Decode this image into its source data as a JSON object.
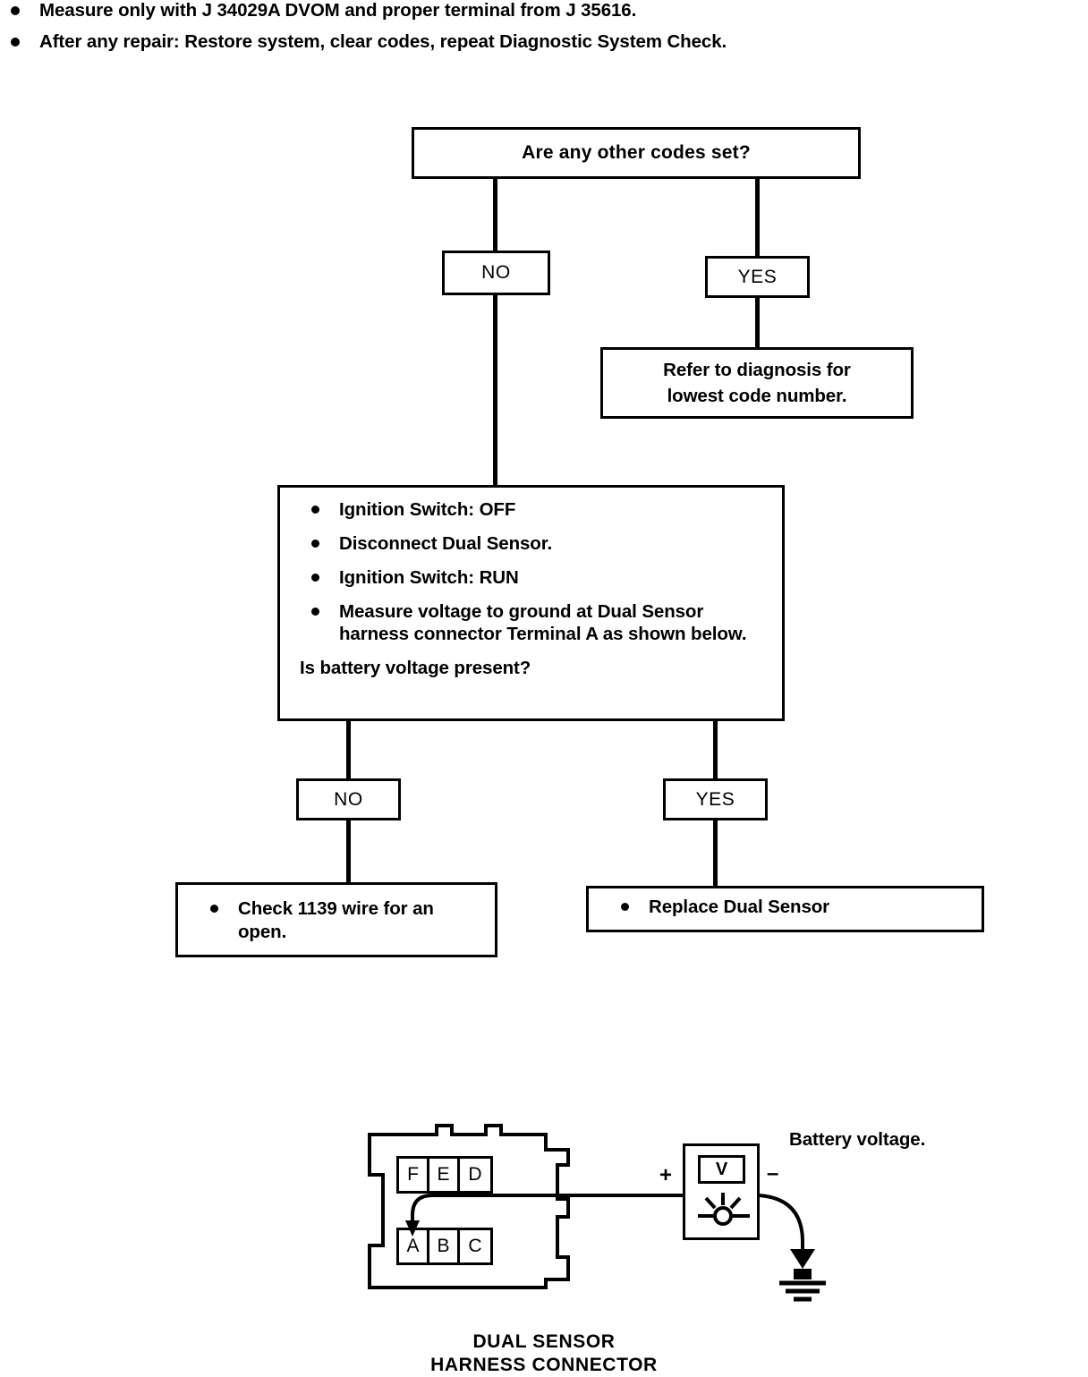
{
  "notes": [
    "Measure only with J 34029A DVOM and proper terminal from J 35616.",
    "After any repair: Restore system, clear codes, repeat Diagnostic System Check."
  ],
  "flowchart": {
    "question_top": "Are any other codes set?",
    "branch_no_1": "NO",
    "branch_yes_1": "YES",
    "refer_box": {
      "line1": "Refer to diagnosis for",
      "line2": "lowest code number."
    },
    "instruction_box": {
      "bullets": [
        "Ignition Switch: OFF",
        "Disconnect Dual Sensor.",
        "Ignition Switch: RUN",
        "Measure voltage to ground at Dual Sensor harness connector Terminal A as shown below."
      ],
      "question": "Is battery voltage present?"
    },
    "branch_no_2": "NO",
    "branch_yes_2": "YES",
    "result_no": {
      "line1": "Check 1139 wire for an",
      "line2": "open."
    },
    "result_yes": "Replace Dual Sensor"
  },
  "illustration": {
    "terminals_top": [
      "F",
      "E",
      "D"
    ],
    "terminals_bottom": [
      "A",
      "B",
      "C"
    ],
    "meter_display": "V",
    "probe_positive": "+",
    "probe_negative": "–",
    "battery_label": "Battery voltage.",
    "icons": {
      "ground": "ground-symbol-icon",
      "dial": "meter-dial-icon",
      "arrow": "terminal-a-pointer-arrow-icon"
    }
  },
  "caption": {
    "line1": "DUAL SENSOR",
    "line2": "HARNESS CONNECTOR"
  },
  "colors": {
    "ink": "#000000",
    "paper": "#ffffff"
  }
}
